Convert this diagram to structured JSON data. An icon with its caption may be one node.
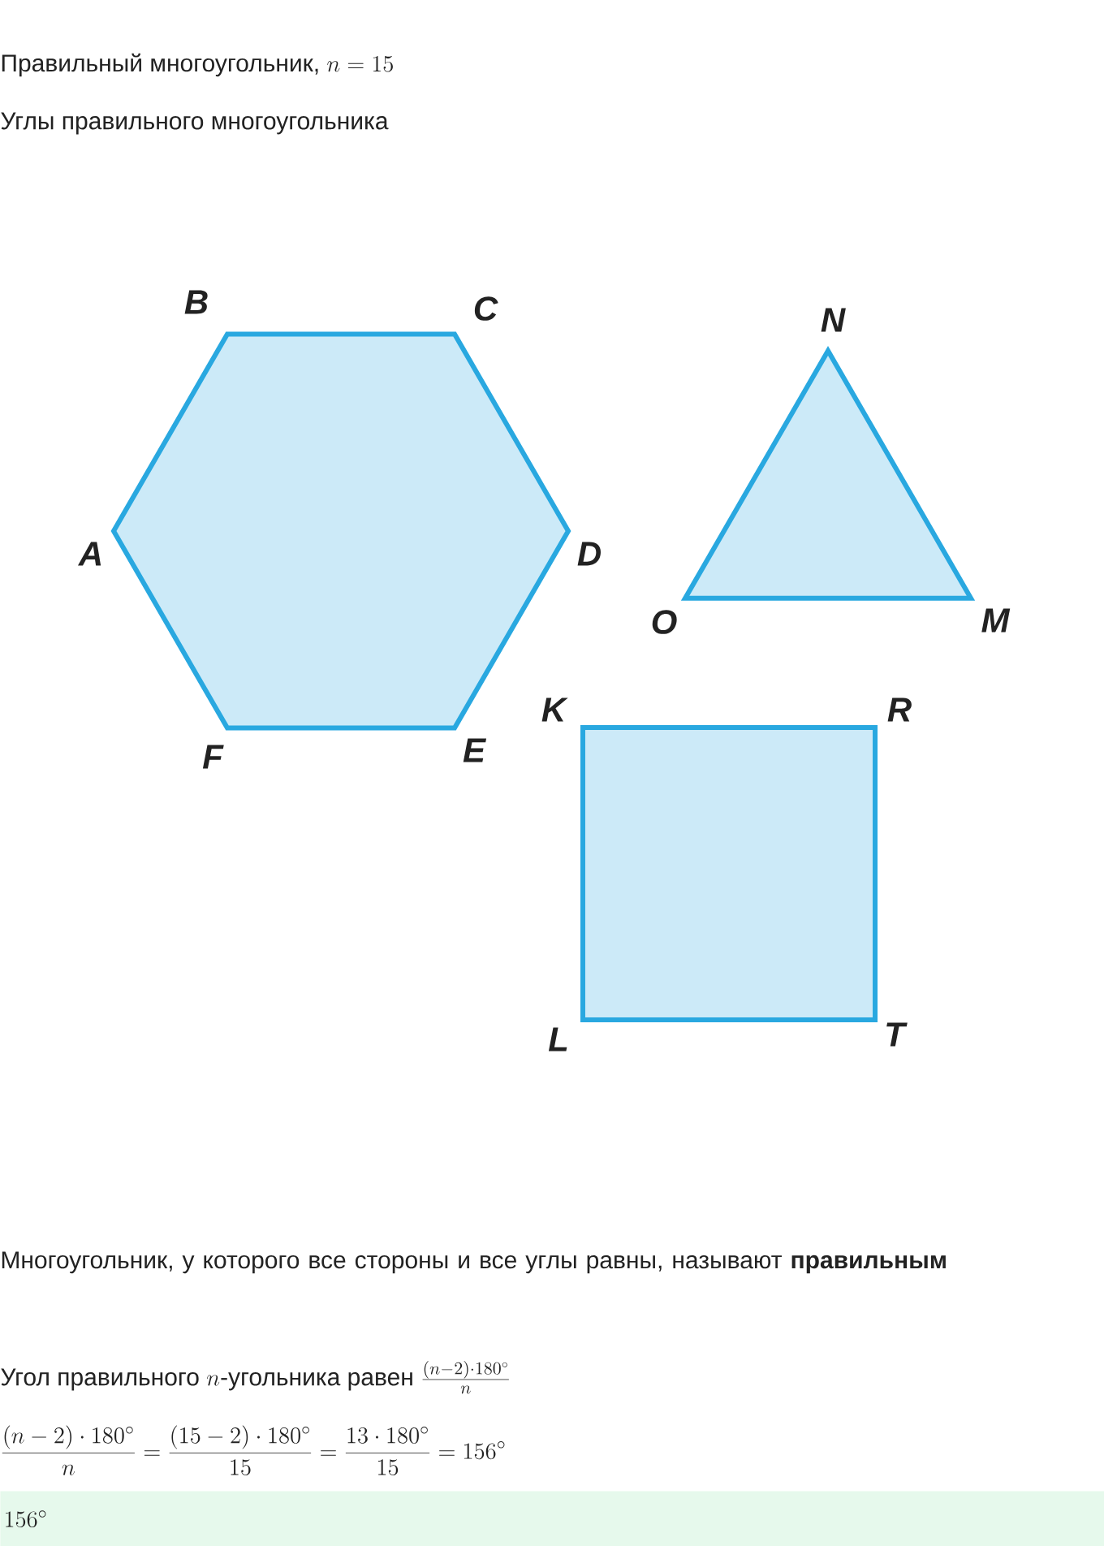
{
  "diagram": {
    "nodes": [
      {
        "text": [],
        "shape": "hexagon",
        "beside": [
          "A",
          "B",
          "C",
          "D",
          "E",
          "F"
        ]
      },
      {
        "text": [],
        "shape": "triangle",
        "beside": [
          "N",
          "M",
          "O"
        ]
      },
      {
        "text": [],
        "shape": "square",
        "beside": [
          "K",
          "R",
          "T",
          "L"
        ]
      },
      {
        "text": [
          "156^\\circ"
        ]
      }
    ],
    "labels": [
      "Правильный многоугольник,",
      "n = 15",
      "Углы правильного многоугольника",
      "Многоугольник, у которого все стороны и все углы равны, называют **правильным**",
      "Угол правильного",
      "n",
      "-угольника равен",
      "\\frac{(n-2)\\cdot 180^\\circ}{n}",
      "\\frac{(n-2)\\cdot 180^\\circ}{n}=\\frac{(15-2)\\cdot 180^\\circ}{15}=\\frac{13\\cdot 180^\\circ}{15}=156^\\circ"
    ]
  }
}
